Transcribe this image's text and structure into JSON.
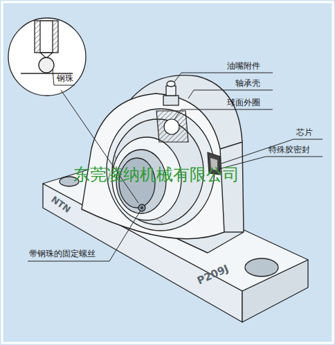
{
  "diagram": {
    "labels": [
      "钢珠",
      "油嘴附件",
      "轴承壳",
      "球面外圈",
      "芯片",
      "特殊胶密封",
      "东莞凌纳机械有限公司",
      "NTN",
      "P209J",
      "带钢珠的固定螺丝"
    ]
  }
}
